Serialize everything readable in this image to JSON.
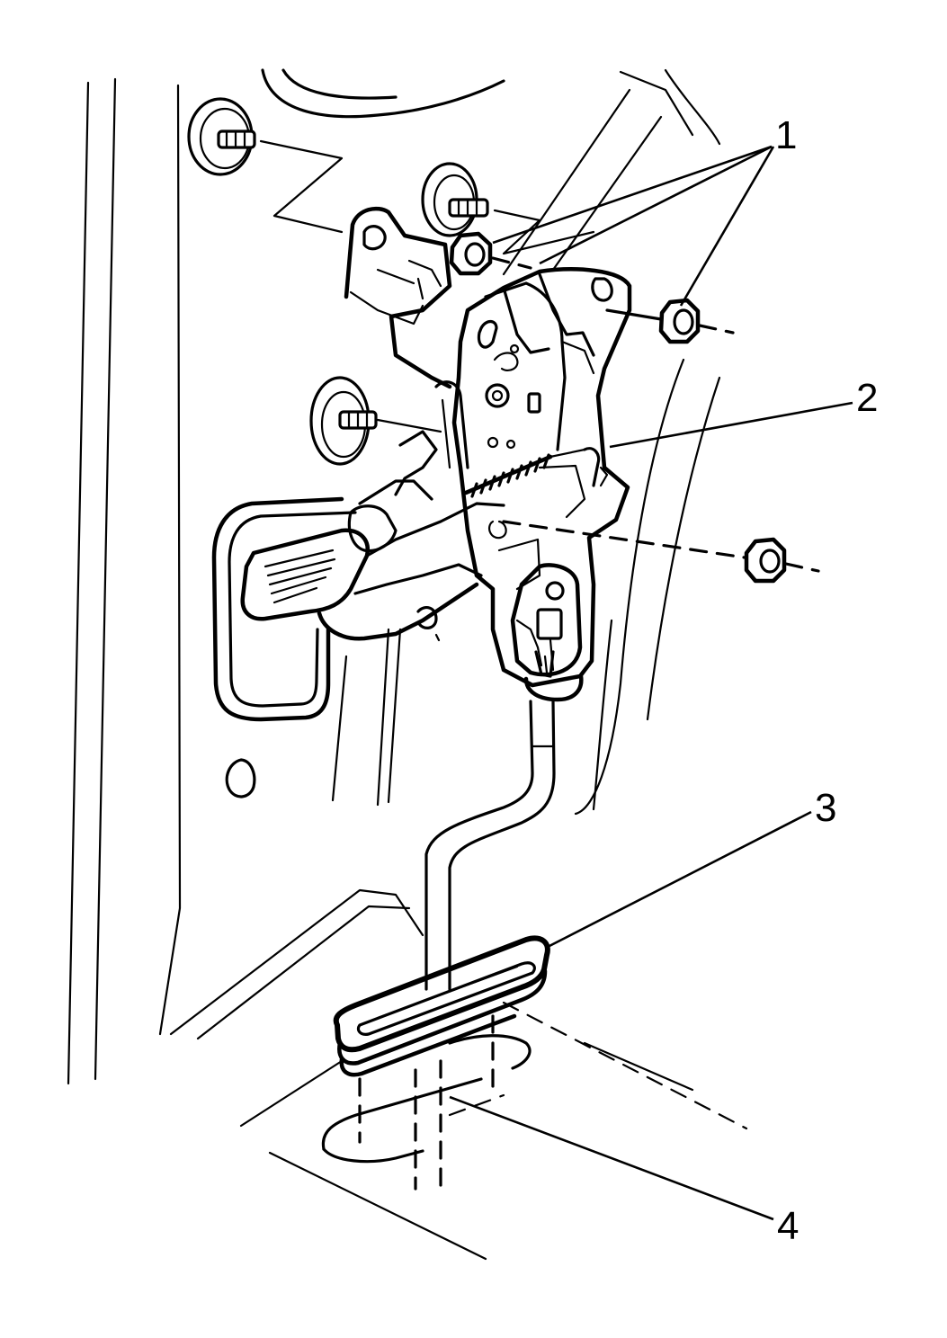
{
  "callouts": [
    {
      "label": "1"
    },
    {
      "label": "2"
    },
    {
      "label": "3"
    },
    {
      "label": "4"
    }
  ],
  "colors": {
    "ink": "#000000",
    "paper": "#ffffff"
  }
}
